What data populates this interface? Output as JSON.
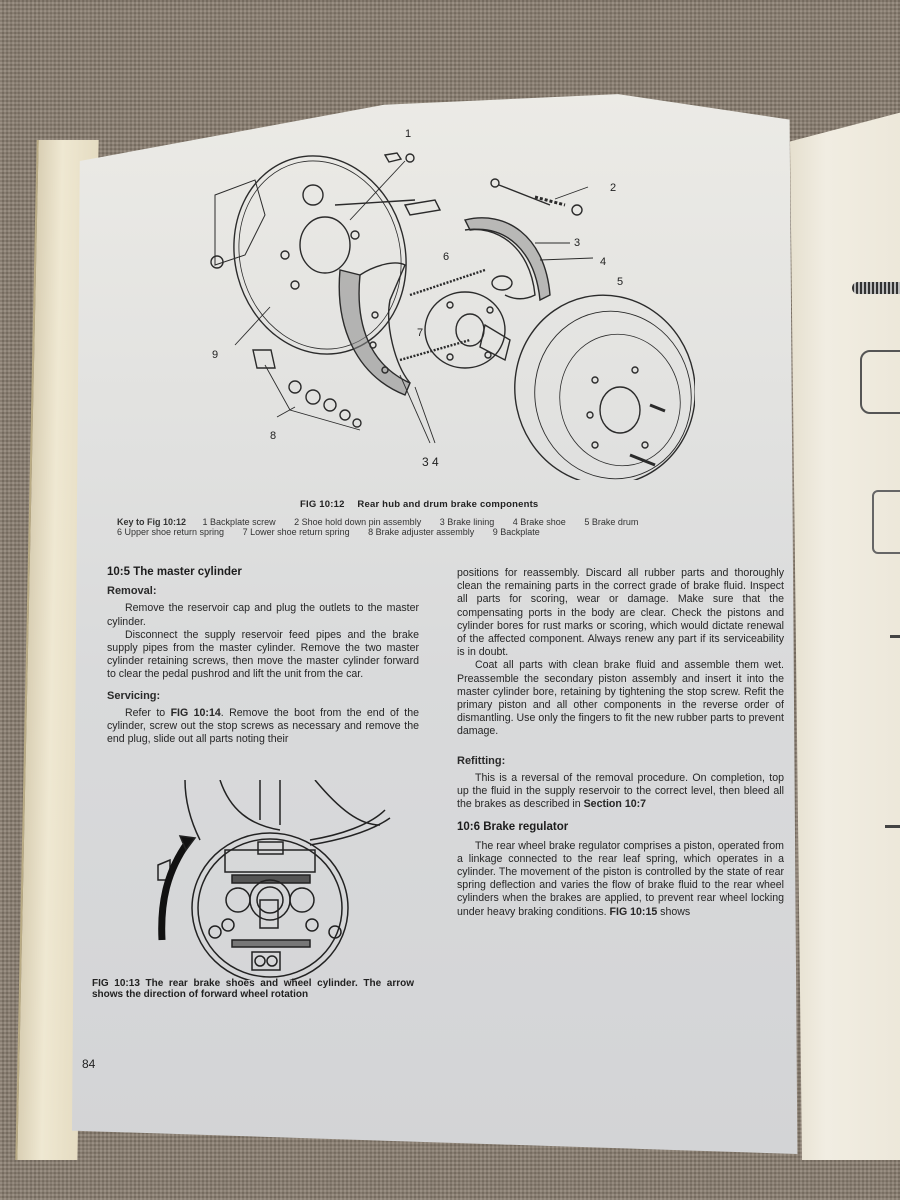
{
  "page": {
    "number": "84"
  },
  "figure_10_12": {
    "label": "FIG 10:12",
    "title": "Rear hub and drum brake components",
    "callouts": [
      "1",
      "2",
      "3",
      "4",
      "5",
      "6",
      "7",
      "8",
      "9",
      "3 4"
    ],
    "key_title": "Key to Fig 10:12",
    "key_items": [
      "1  Backplate screw",
      "2  Shoe hold down pin assembly",
      "3  Brake lining",
      "4  Brake shoe",
      "5  Brake drum",
      "6  Upper shoe return spring",
      "7  Lower shoe return spring",
      "8  Brake adjuster assembly",
      "9  Backplate"
    ]
  },
  "section_10_5": {
    "heading": "10:5 The master cylinder",
    "removal": {
      "heading": "Removal:",
      "paragraphs": [
        "Remove the reservoir cap and plug the outlets to the master cylinder.",
        "Disconnect the supply reservoir feed pipes and the brake supply pipes from the master cylinder. Remove the two master cylinder retaining screws, then move the master cylinder forward to clear the pedal pushrod and lift the unit from the car."
      ]
    },
    "servicing": {
      "heading": "Servicing:",
      "p1_pre": "Refer to ",
      "p1_ref": "FIG 10:14",
      "p1_post": ". Remove the boot from the end of the cylinder, screw out the stop screws as necessary and remove the end plug, slide out all parts noting their positions for reassembly. Discard all rubber parts and thoroughly clean the remaining parts in the correct grade of brake fluid. Inspect all parts for scoring, wear or damage. Make sure that the compensating ports in the body are clear. Check the pistons and cylinder bores for rust marks or scoring, which would dictate renewal of the affected component. Always renew any part if its serviceability is in doubt.",
      "p1_left_part": ". Remove the boot from the end of the cylinder, screw out the stop screws as necessary and remove the end plug, slide out all parts noting their",
      "p1_right_part": "positions for reassembly. Discard all rubber parts and thoroughly clean the remaining parts in the correct grade of brake fluid. Inspect all parts for scoring, wear or damage. Make sure that the compensating ports in the body are clear. Check the pistons and cylinder bores for rust marks or scoring, which would dictate renewal of the affected component. Always renew any part if its serviceability is in doubt.",
      "p2": "Coat all parts with clean brake fluid and assemble them wet. Preassemble the secondary piston assembly and insert it into the master cylinder bore, retaining by tightening the stop screw. Refit the primary piston and all other components in the reverse order of dismantling. Use only the fingers to fit the new rubber parts to prevent damage."
    },
    "refitting": {
      "heading": "Refitting:",
      "p_pre": "This is a reversal of the removal procedure. On completion, top up the fluid in the supply reservoir to the correct level, then bleed all the brakes as described in ",
      "p_ref": "Section 10:7"
    }
  },
  "section_10_6": {
    "heading": "10:6 Brake regulator",
    "p_pre": "The rear wheel brake regulator comprises a piston, operated from a linkage connected to the rear leaf spring, which operates in a cylinder. The movement of the piston is controlled by the state of rear spring deflection and varies the flow of brake fluid to the rear wheel cylinders when the brakes are applied, to prevent rear wheel locking under heavy braking conditions. ",
    "p_ref": "FIG 10:15",
    "p_post": " shows"
  },
  "figure_10_13": {
    "caption": "FIG 10:13  The rear brake shoes and wheel cylinder. The arrow shows the direction of forward wheel rotation"
  },
  "colors": {
    "paper": "#dcdcdc",
    "ink": "#222222",
    "background_fabric": "#8a7e70"
  }
}
